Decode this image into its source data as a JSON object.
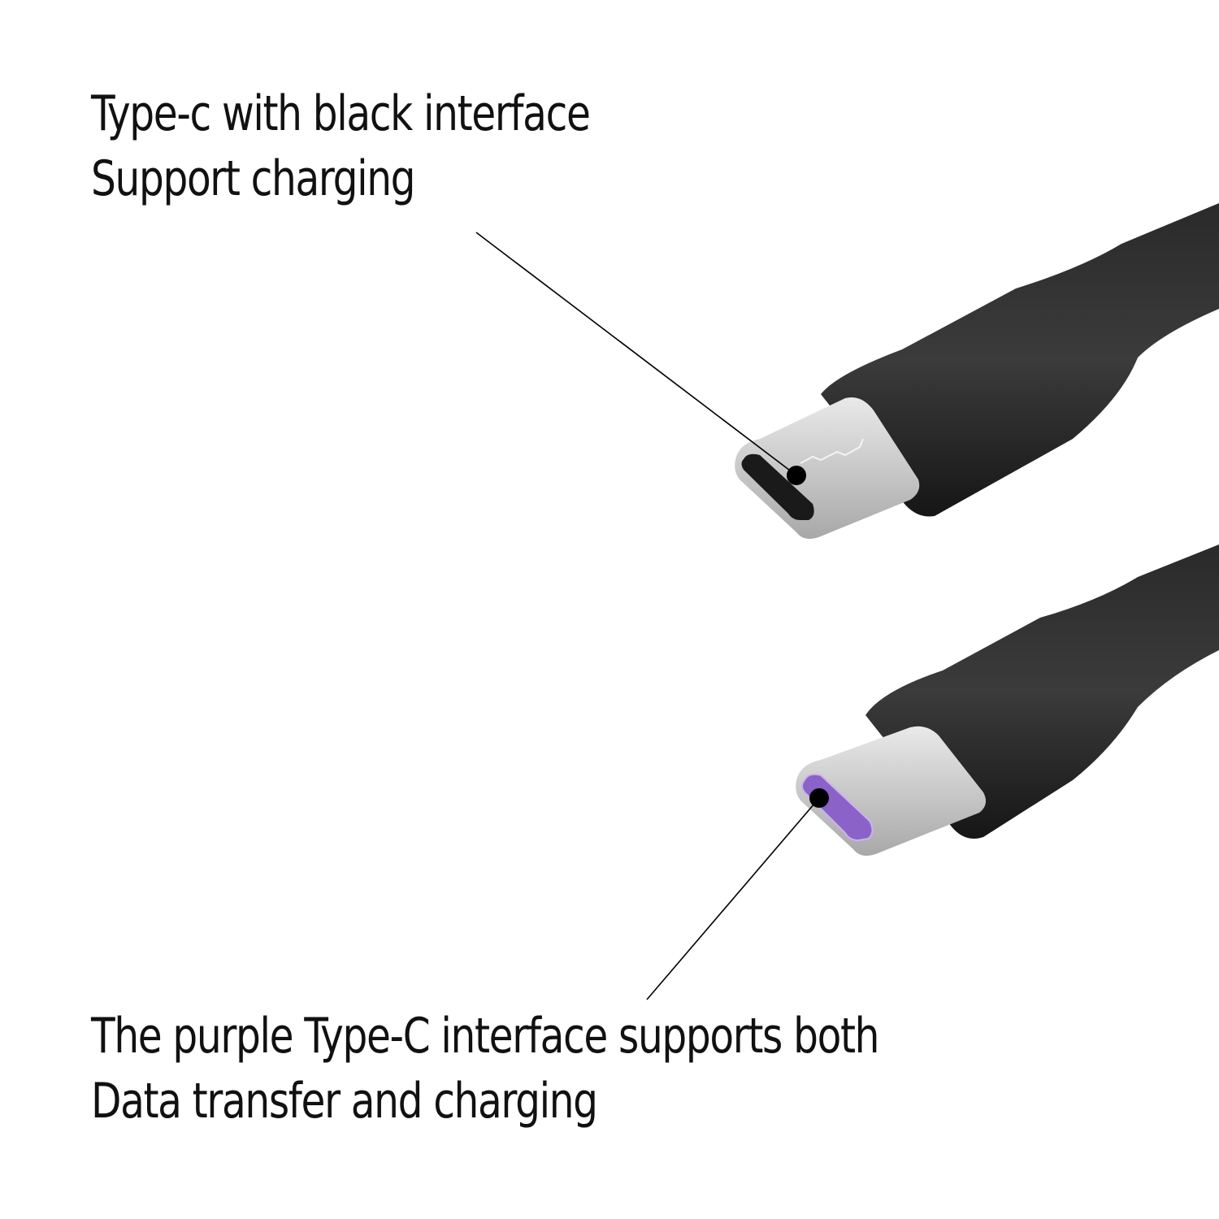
{
  "annotations": {
    "top": {
      "line1": "Type-c with black interface",
      "line2": "Support charging",
      "interface_color": "#1a1a1a"
    },
    "bottom": {
      "line1": "The purple Type-C interface supports both",
      "line2": "Data transfer and charging",
      "interface_color": "#8a62c8"
    }
  },
  "colors": {
    "background": "#ffffff",
    "text": "#111111",
    "cable": "#1c1c1c",
    "metal": "#c8c8c8",
    "leader_line": "#000000"
  }
}
